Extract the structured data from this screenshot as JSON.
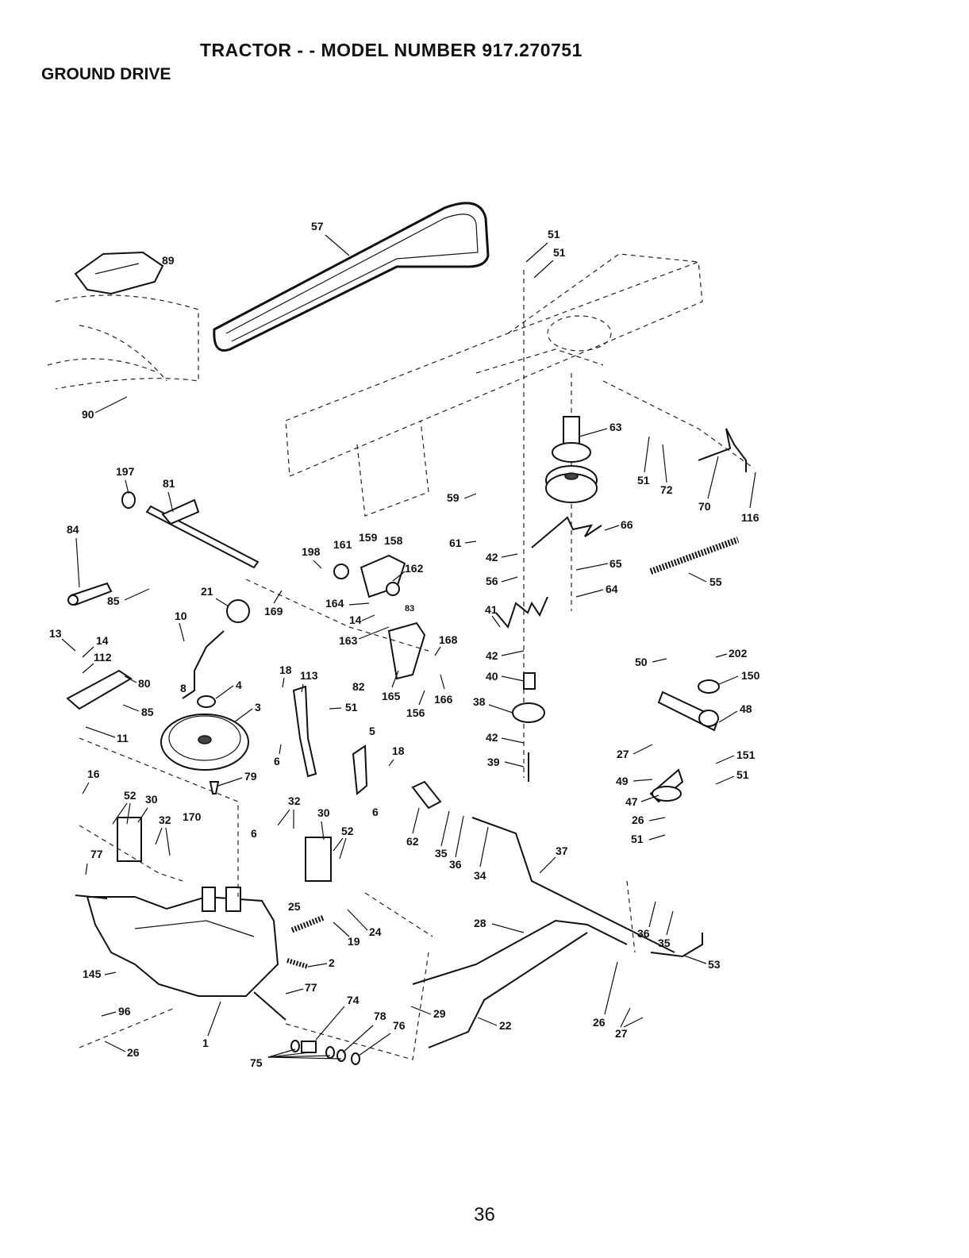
{
  "header": {
    "title": "TRACTOR - - MODEL NUMBER 917.270751",
    "subtitle": "GROUND DRIVE"
  },
  "footer": {
    "page_number": "36"
  },
  "callouts": [
    {
      "id": "c1",
      "label": "57"
    },
    {
      "id": "c2",
      "label": "51"
    },
    {
      "id": "c3",
      "label": "51"
    },
    {
      "id": "c4",
      "label": "89"
    },
    {
      "id": "c5",
      "label": "90"
    },
    {
      "id": "c6",
      "label": "63"
    },
    {
      "id": "c7",
      "label": "51"
    },
    {
      "id": "c8",
      "label": "72"
    },
    {
      "id": "c9",
      "label": "70"
    },
    {
      "id": "c10",
      "label": "116"
    },
    {
      "id": "c11",
      "label": "197"
    },
    {
      "id": "c12",
      "label": "81"
    },
    {
      "id": "c13",
      "label": "59"
    },
    {
      "id": "c14",
      "label": "66"
    },
    {
      "id": "c15",
      "label": "84"
    },
    {
      "id": "c16",
      "label": "198"
    },
    {
      "id": "c17",
      "label": "161"
    },
    {
      "id": "c18",
      "label": "159"
    },
    {
      "id": "c19",
      "label": "158"
    },
    {
      "id": "c20",
      "label": "61"
    },
    {
      "id": "c21",
      "label": "42"
    },
    {
      "id": "c22",
      "label": "65"
    },
    {
      "id": "c23",
      "label": "162"
    },
    {
      "id": "c24",
      "label": "56"
    },
    {
      "id": "c25",
      "label": "64"
    },
    {
      "id": "c26",
      "label": "55"
    },
    {
      "id": "c27",
      "label": "85"
    },
    {
      "id": "c28",
      "label": "21"
    },
    {
      "id": "c29",
      "label": "169"
    },
    {
      "id": "c30",
      "label": "164"
    },
    {
      "id": "c31",
      "label": "83"
    },
    {
      "id": "c32",
      "label": "41"
    },
    {
      "id": "c33",
      "label": "10"
    },
    {
      "id": "c34",
      "label": "14"
    },
    {
      "id": "c35",
      "label": "13"
    },
    {
      "id": "c36",
      "label": "14"
    },
    {
      "id": "c37",
      "label": "163"
    },
    {
      "id": "c38",
      "label": "168"
    },
    {
      "id": "c39",
      "label": "112"
    },
    {
      "id": "c40",
      "label": "42"
    },
    {
      "id": "c41",
      "label": "50"
    },
    {
      "id": "c42",
      "label": "202"
    },
    {
      "id": "c43",
      "label": "18"
    },
    {
      "id": "c44",
      "label": "113"
    },
    {
      "id": "c45",
      "label": "40"
    },
    {
      "id": "c46",
      "label": "150"
    },
    {
      "id": "c47",
      "label": "80"
    },
    {
      "id": "c48",
      "label": "8"
    },
    {
      "id": "c49",
      "label": "4"
    },
    {
      "id": "c50",
      "label": "82"
    },
    {
      "id": "c51",
      "label": "165"
    },
    {
      "id": "c52",
      "label": "166"
    },
    {
      "id": "c53",
      "label": "85"
    },
    {
      "id": "c54",
      "label": "3"
    },
    {
      "id": "c55",
      "label": "51"
    },
    {
      "id": "c56",
      "label": "38"
    },
    {
      "id": "c57",
      "label": "156"
    },
    {
      "id": "c58",
      "label": "48"
    },
    {
      "id": "c59",
      "label": "11"
    },
    {
      "id": "c60",
      "label": "5"
    },
    {
      "id": "c61",
      "label": "42"
    },
    {
      "id": "c62",
      "label": "18"
    },
    {
      "id": "c63",
      "label": "27"
    },
    {
      "id": "c64",
      "label": "151"
    },
    {
      "id": "c65",
      "label": "6"
    },
    {
      "id": "c66",
      "label": "39"
    },
    {
      "id": "c67",
      "label": "51"
    },
    {
      "id": "c68",
      "label": "16"
    },
    {
      "id": "c69",
      "label": "79"
    },
    {
      "id": "c70",
      "label": "49"
    },
    {
      "id": "c71",
      "label": "52"
    },
    {
      "id": "c72",
      "label": "30"
    },
    {
      "id": "c73",
      "label": "47"
    },
    {
      "id": "c74",
      "label": "32"
    },
    {
      "id": "c75",
      "label": "6"
    },
    {
      "id": "c76",
      "label": "32"
    },
    {
      "id": "c77",
      "label": "170"
    },
    {
      "id": "c78",
      "label": "30"
    },
    {
      "id": "c79",
      "label": "26"
    },
    {
      "id": "c80",
      "label": "62"
    },
    {
      "id": "c81",
      "label": "51"
    },
    {
      "id": "c82",
      "label": "52"
    },
    {
      "id": "c83",
      "label": "6"
    },
    {
      "id": "c84",
      "label": "35"
    },
    {
      "id": "c85",
      "label": "77"
    },
    {
      "id": "c86",
      "label": "36"
    },
    {
      "id": "c87",
      "label": "37"
    },
    {
      "id": "c88",
      "label": "34"
    },
    {
      "id": "c89",
      "label": "25"
    },
    {
      "id": "c90",
      "label": "24"
    },
    {
      "id": "c91",
      "label": "19"
    },
    {
      "id": "c92",
      "label": "28"
    },
    {
      "id": "c93",
      "label": "36"
    },
    {
      "id": "c94",
      "label": "35"
    },
    {
      "id": "c95",
      "label": "53"
    },
    {
      "id": "c96",
      "label": "2"
    },
    {
      "id": "c97",
      "label": "145"
    },
    {
      "id": "c98",
      "label": "77"
    },
    {
      "id": "c99",
      "label": "74"
    },
    {
      "id": "c100",
      "label": "96"
    },
    {
      "id": "c101",
      "label": "29"
    },
    {
      "id": "c102",
      "label": "78"
    },
    {
      "id": "c103",
      "label": "76"
    },
    {
      "id": "c104",
      "label": "22"
    },
    {
      "id": "c105",
      "label": "26"
    },
    {
      "id": "c106",
      "label": "27"
    },
    {
      "id": "c107",
      "label": "1"
    },
    {
      "id": "c108",
      "label": "26"
    },
    {
      "id": "c109",
      "label": "75"
    }
  ]
}
